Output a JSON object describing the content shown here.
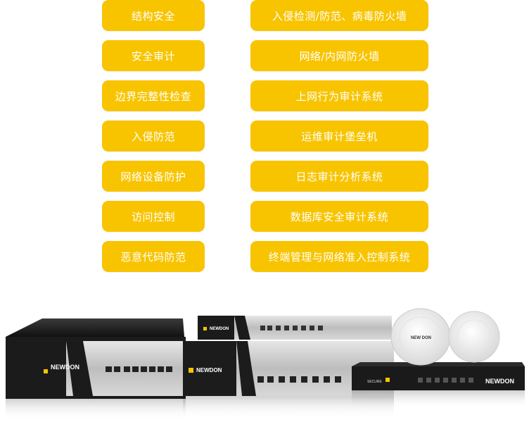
{
  "left_items": [
    {
      "label": "结构安全"
    },
    {
      "label": "安全审计"
    },
    {
      "label": "边界完整性检查"
    },
    {
      "label": "入侵防范"
    },
    {
      "label": "网络设备防护"
    },
    {
      "label": "访问控制"
    },
    {
      "label": "恶意代码防范"
    }
  ],
  "right_items": [
    {
      "label": "入侵检测/防范、病毒防火墙"
    },
    {
      "label": "网络/内网防火墙"
    },
    {
      "label": "上网行为审计系统"
    },
    {
      "label": "运维审计堡垒机"
    },
    {
      "label": "日志审计分析系统"
    },
    {
      "label": "数据库安全审计系统"
    },
    {
      "label": "终端管理与网络准入控制系统"
    }
  ],
  "brand": {
    "logo_text": "NEWDON",
    "ap_logo_text": "NEW DON",
    "device_badge_text": "SECURE"
  },
  "colors": {
    "pill": "#f8c400",
    "pill_text": "#ffffff",
    "chassis_dark": "#1c1c1c",
    "panel_silver": "#c9c9c9"
  }
}
